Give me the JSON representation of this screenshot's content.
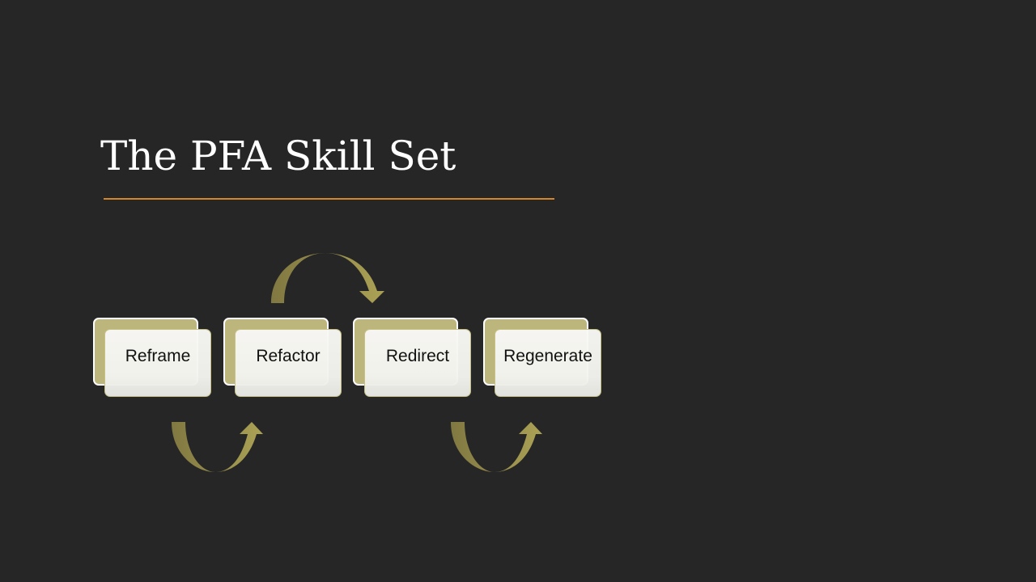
{
  "slide": {
    "title": "The PFA Skill Set"
  },
  "colors": {
    "background": "#262626",
    "accent_rule": "#d6862a",
    "box_back": "#bdb67c",
    "box_front": "#f5f5f1",
    "arrow": "#8f8646"
  },
  "diagram": {
    "steps": [
      {
        "label": "Reframe"
      },
      {
        "label": "Refactor"
      },
      {
        "label": "Redirect"
      },
      {
        "label": "Regenerate"
      }
    ],
    "arrows": [
      {
        "from": "Reframe",
        "to": "Refactor",
        "shape": "curved-arrow-up-icon"
      },
      {
        "from": "Refactor",
        "to": "Redirect",
        "shape": "curved-arrow-down-icon"
      },
      {
        "from": "Redirect",
        "to": "Regenerate",
        "shape": "curved-arrow-up-icon"
      }
    ]
  }
}
